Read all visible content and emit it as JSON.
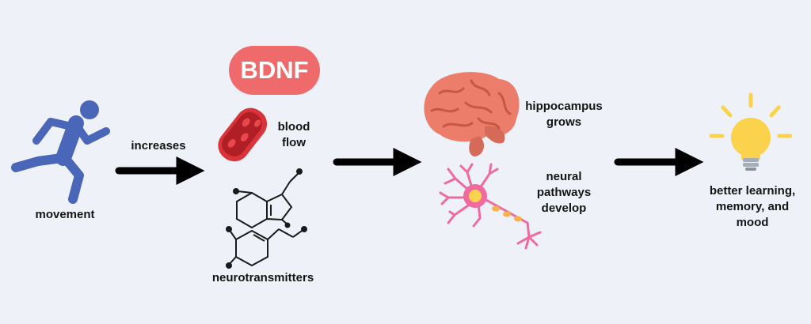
{
  "labels": {
    "movement": "movement",
    "increases": "increases",
    "bdnf": "BDNF",
    "blood_flow": "blood\nflow",
    "neurotransmitters": "neurotransmitters",
    "hippocampus": "hippocampus\ngrows",
    "neural": "neural\npathways\ndevelop",
    "outcome": "better learning,\nmemory, and\nmood"
  },
  "colors": {
    "background": "#eef1f8",
    "runner": "#4a66b8",
    "bdnf_pill": "#ef6a6a",
    "vessel": "#d8343a",
    "brain": "#ec7d6b",
    "neuron": "#f06aa0",
    "bulb": "#fbd24c",
    "arrow": "#000000"
  }
}
